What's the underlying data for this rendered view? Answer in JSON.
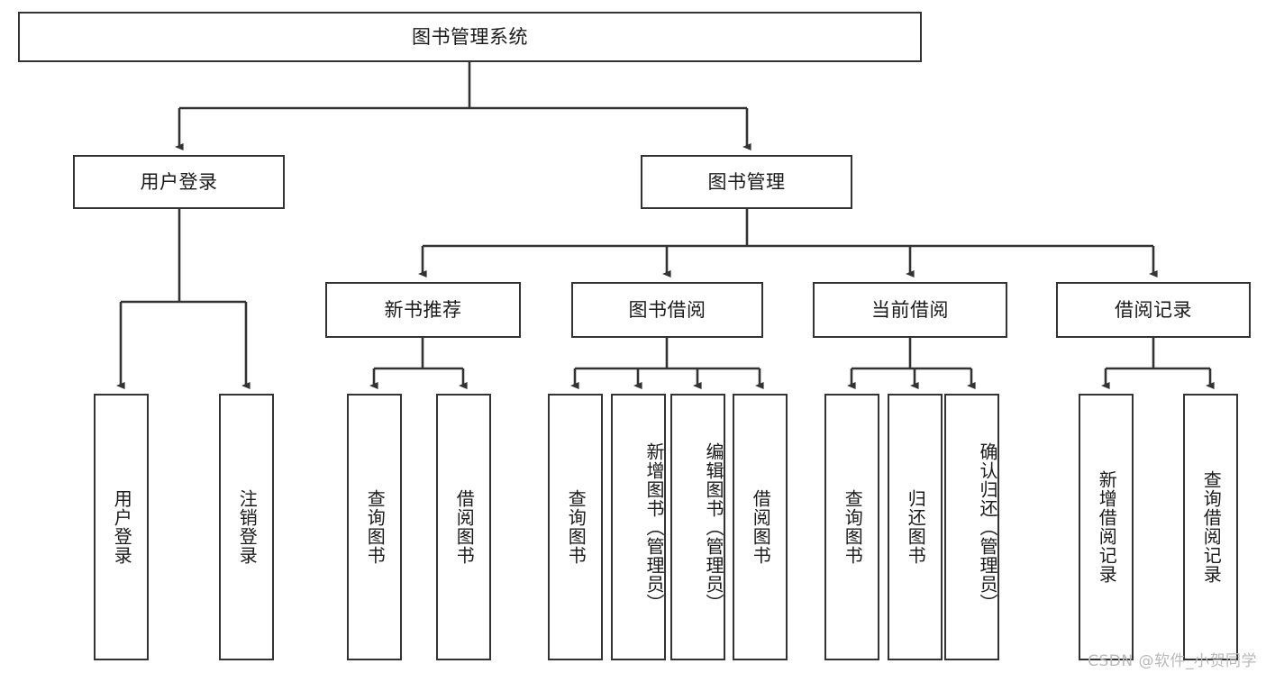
{
  "diagram": {
    "title": "图书管理系统",
    "type": "tree",
    "watermark": "CSDN @软件_小贺同学",
    "colors": {
      "box_border": "#333333",
      "box_fill": "#ffffff",
      "edge": "#333333",
      "text": "#1a1a1a",
      "watermark": "#b9b9b9",
      "background": "#ffffff"
    },
    "root": {
      "label": "图书管理系统"
    },
    "level1": [
      {
        "label": "用户登录"
      },
      {
        "label": "图书管理"
      }
    ],
    "level2": [
      {
        "label": "新书推荐"
      },
      {
        "label": "图书借阅"
      },
      {
        "label": "当前借阅"
      },
      {
        "label": "借阅记录"
      }
    ],
    "leaves": {
      "user_login": [
        {
          "label": "用户登录"
        },
        {
          "label": "注销登录"
        }
      ],
      "new_book_recommend": [
        {
          "label": "查询图书"
        },
        {
          "label": "借阅图书"
        }
      ],
      "book_borrow": [
        {
          "label": "查询图书"
        },
        {
          "label": "新增图书（管理员）"
        },
        {
          "label": "编辑图书（管理员）"
        },
        {
          "label": "借阅图书"
        }
      ],
      "current_borrow": [
        {
          "label": "查询图书"
        },
        {
          "label": "归还图书"
        },
        {
          "label": "确认归还（管理员）"
        }
      ],
      "borrow_record": [
        {
          "label": "新增借阅记录"
        },
        {
          "label": "查询借阅记录"
        }
      ]
    }
  }
}
